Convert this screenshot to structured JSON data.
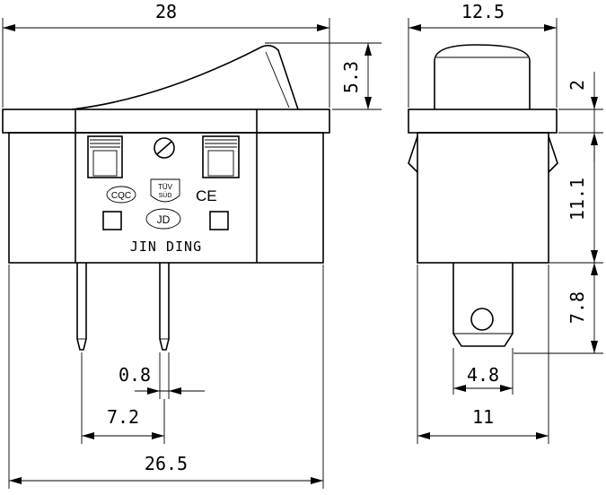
{
  "front_view": {
    "brand": "JIN DING",
    "marks": {
      "cqc": "CQC",
      "tuv": "TÜV",
      "sud": "SÜD",
      "ce": "CE",
      "jd": "JD"
    }
  },
  "dimensions": {
    "width_overall": "28",
    "rocker_height": "5.3",
    "flange_width": "12.5",
    "flange_thickness": "2",
    "body_height": "11.1",
    "terminal_length": "7.8",
    "terminal_width": "4.8",
    "body_depth": "11",
    "pin_thickness": "0.8",
    "pin_spacing": "7.2",
    "body_width": "26.5"
  }
}
